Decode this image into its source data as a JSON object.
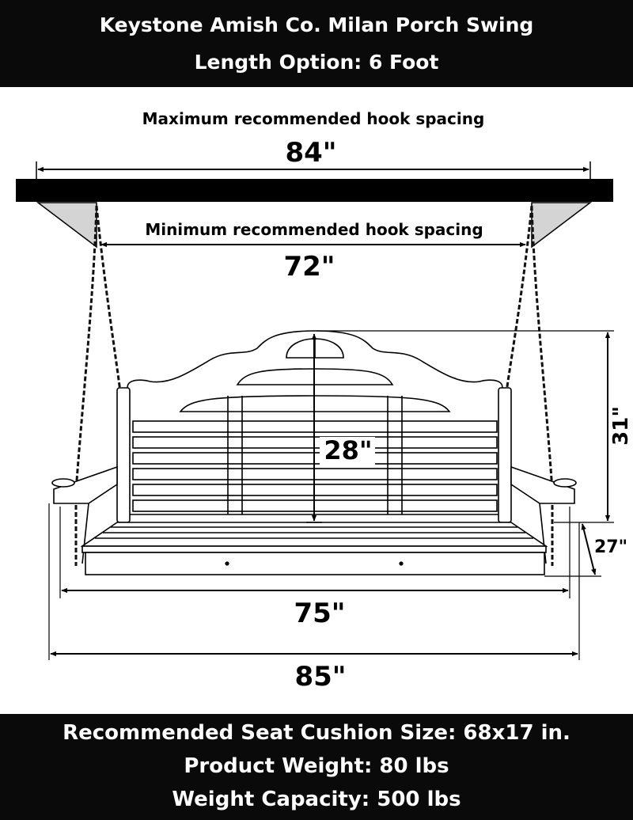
{
  "header": {
    "title": "Keystone Amish Co. Milan Porch Swing",
    "subtitle": "Length Option: 6 Foot"
  },
  "diagram": {
    "max_hook_label": "Maximum recommended hook spacing",
    "max_hook_value": "84\"",
    "min_hook_label": "Minimum recommended hook spacing",
    "min_hook_value": "72\"",
    "back_height": "28\"",
    "total_height": "31\"",
    "seat_depth": "27\"",
    "seat_width": "75\"",
    "overall_width": "85\""
  },
  "footer": {
    "cushion": "Recommended Seat Cushion Size: 68x17 in.",
    "weight": "Product Weight: 80 lbs",
    "capacity": "Weight Capacity: 500 lbs"
  }
}
